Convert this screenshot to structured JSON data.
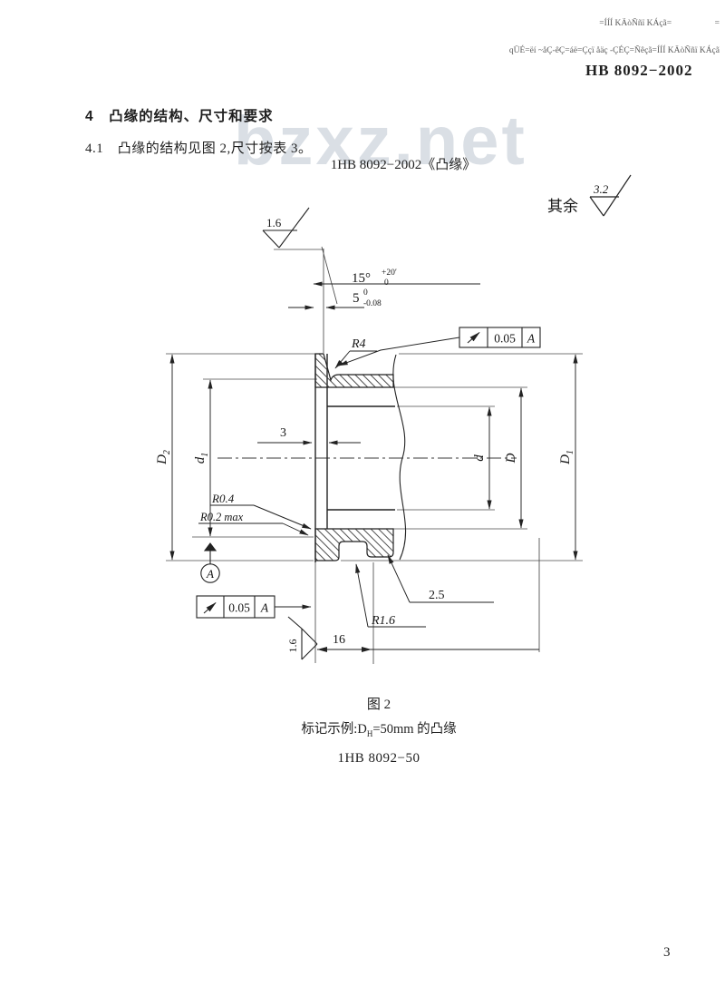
{
  "page": {
    "number": "3"
  },
  "header": {
    "meta_line1": "=ÍÍÍ KÄòÑñï KÁçã=                    =",
    "meta_line2": "qÜÉ=ëí ~åÇ-êÇ=áë=Ççï åäç -ÇÉÇ=Ñêçã=ÍÍÍ KÄòÑñï KÁçã",
    "doc_number": "HB 8092−2002"
  },
  "body": {
    "section_heading": "4　凸缘的结构、尺寸和要求",
    "clause": "4.1　凸缘的结构见图 2,尺寸按表 3。",
    "ref_line": "1HB 8092−2002《凸缘》",
    "watermark": "bzxz.net"
  },
  "figure": {
    "caption": "图 2",
    "example_prefix": "标记示例:D",
    "example_sub": "H",
    "example_suffix": "=50mm 的凸缘",
    "designation": "1HB 8092−50",
    "general_roughness_prefix": "其余",
    "general_roughness": "3.2",
    "dims": {
      "rough_top": "1.6",
      "rough_bottom": "1.6",
      "angle": "15°",
      "angle_sup": "+20′",
      "angle_sub": "0",
      "lip": "5",
      "lip_sup": "0",
      "lip_sub": "-0.08",
      "wall": "3",
      "fillet": "R4",
      "tol": "0.05",
      "datum": "A",
      "r_bore": "R0.4",
      "r_bore_max": "R0.2 max",
      "step": "2.5",
      "r_groove": "R1.6",
      "length": "16",
      "D2": "D",
      "D2_sub": "2",
      "d1": "d",
      "d1_sub": "1",
      "d": "d",
      "D": "D",
      "D1": "D",
      "D1_sub": "1"
    }
  }
}
